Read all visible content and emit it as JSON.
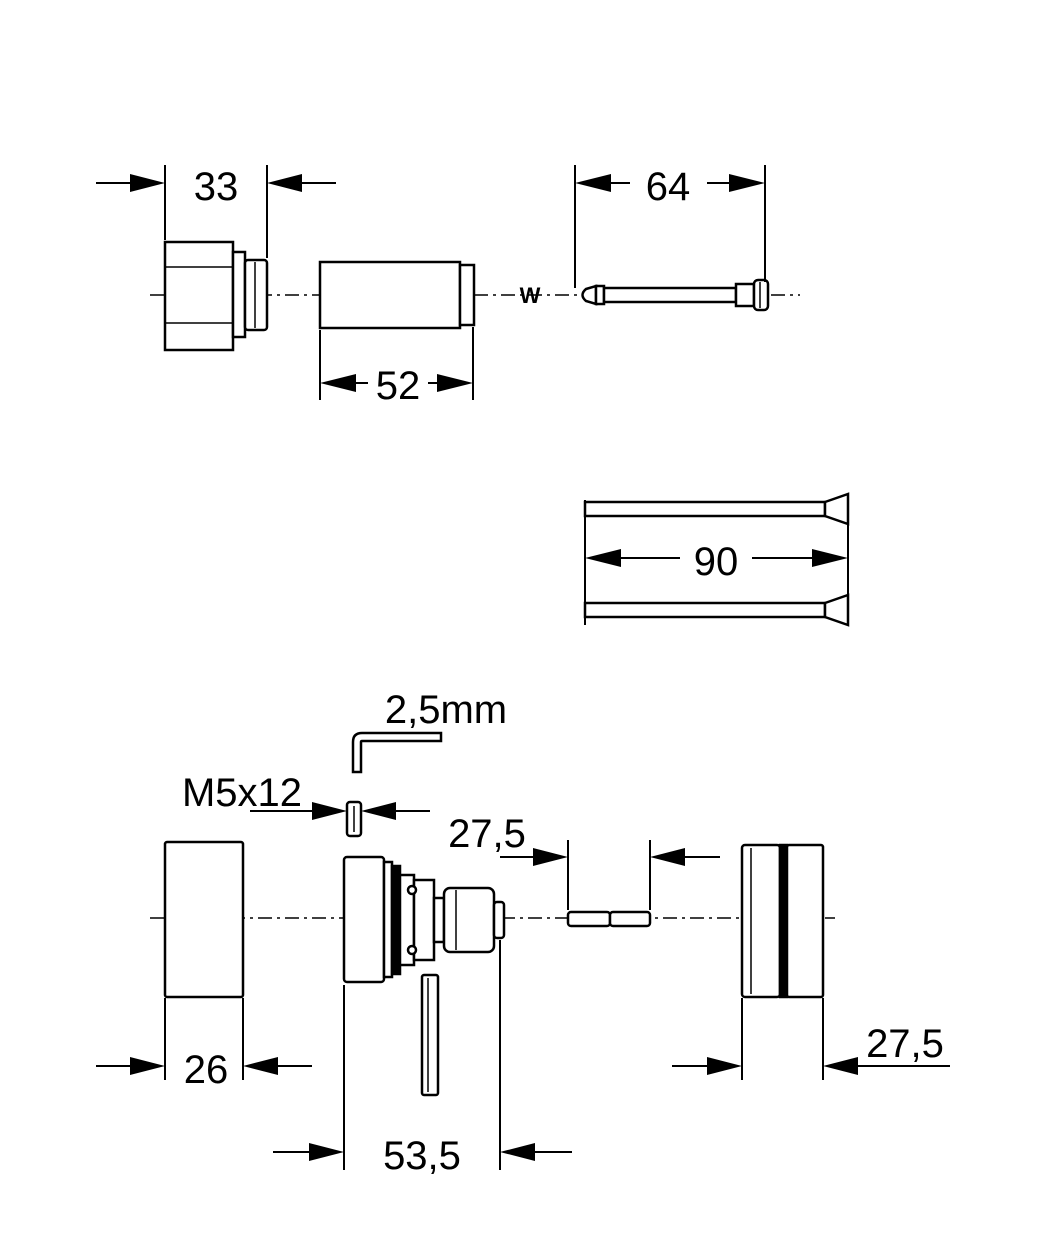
{
  "dimensions": {
    "d33": "33",
    "d64": "64",
    "d52": "52",
    "d90": "90",
    "tool": "2,5mm",
    "screw": "M5x12",
    "d27_5_top": "27,5",
    "d27_5_right": "27,5",
    "d26": "26",
    "d53_5": "53,5"
  },
  "marks": {
    "w": "W"
  }
}
